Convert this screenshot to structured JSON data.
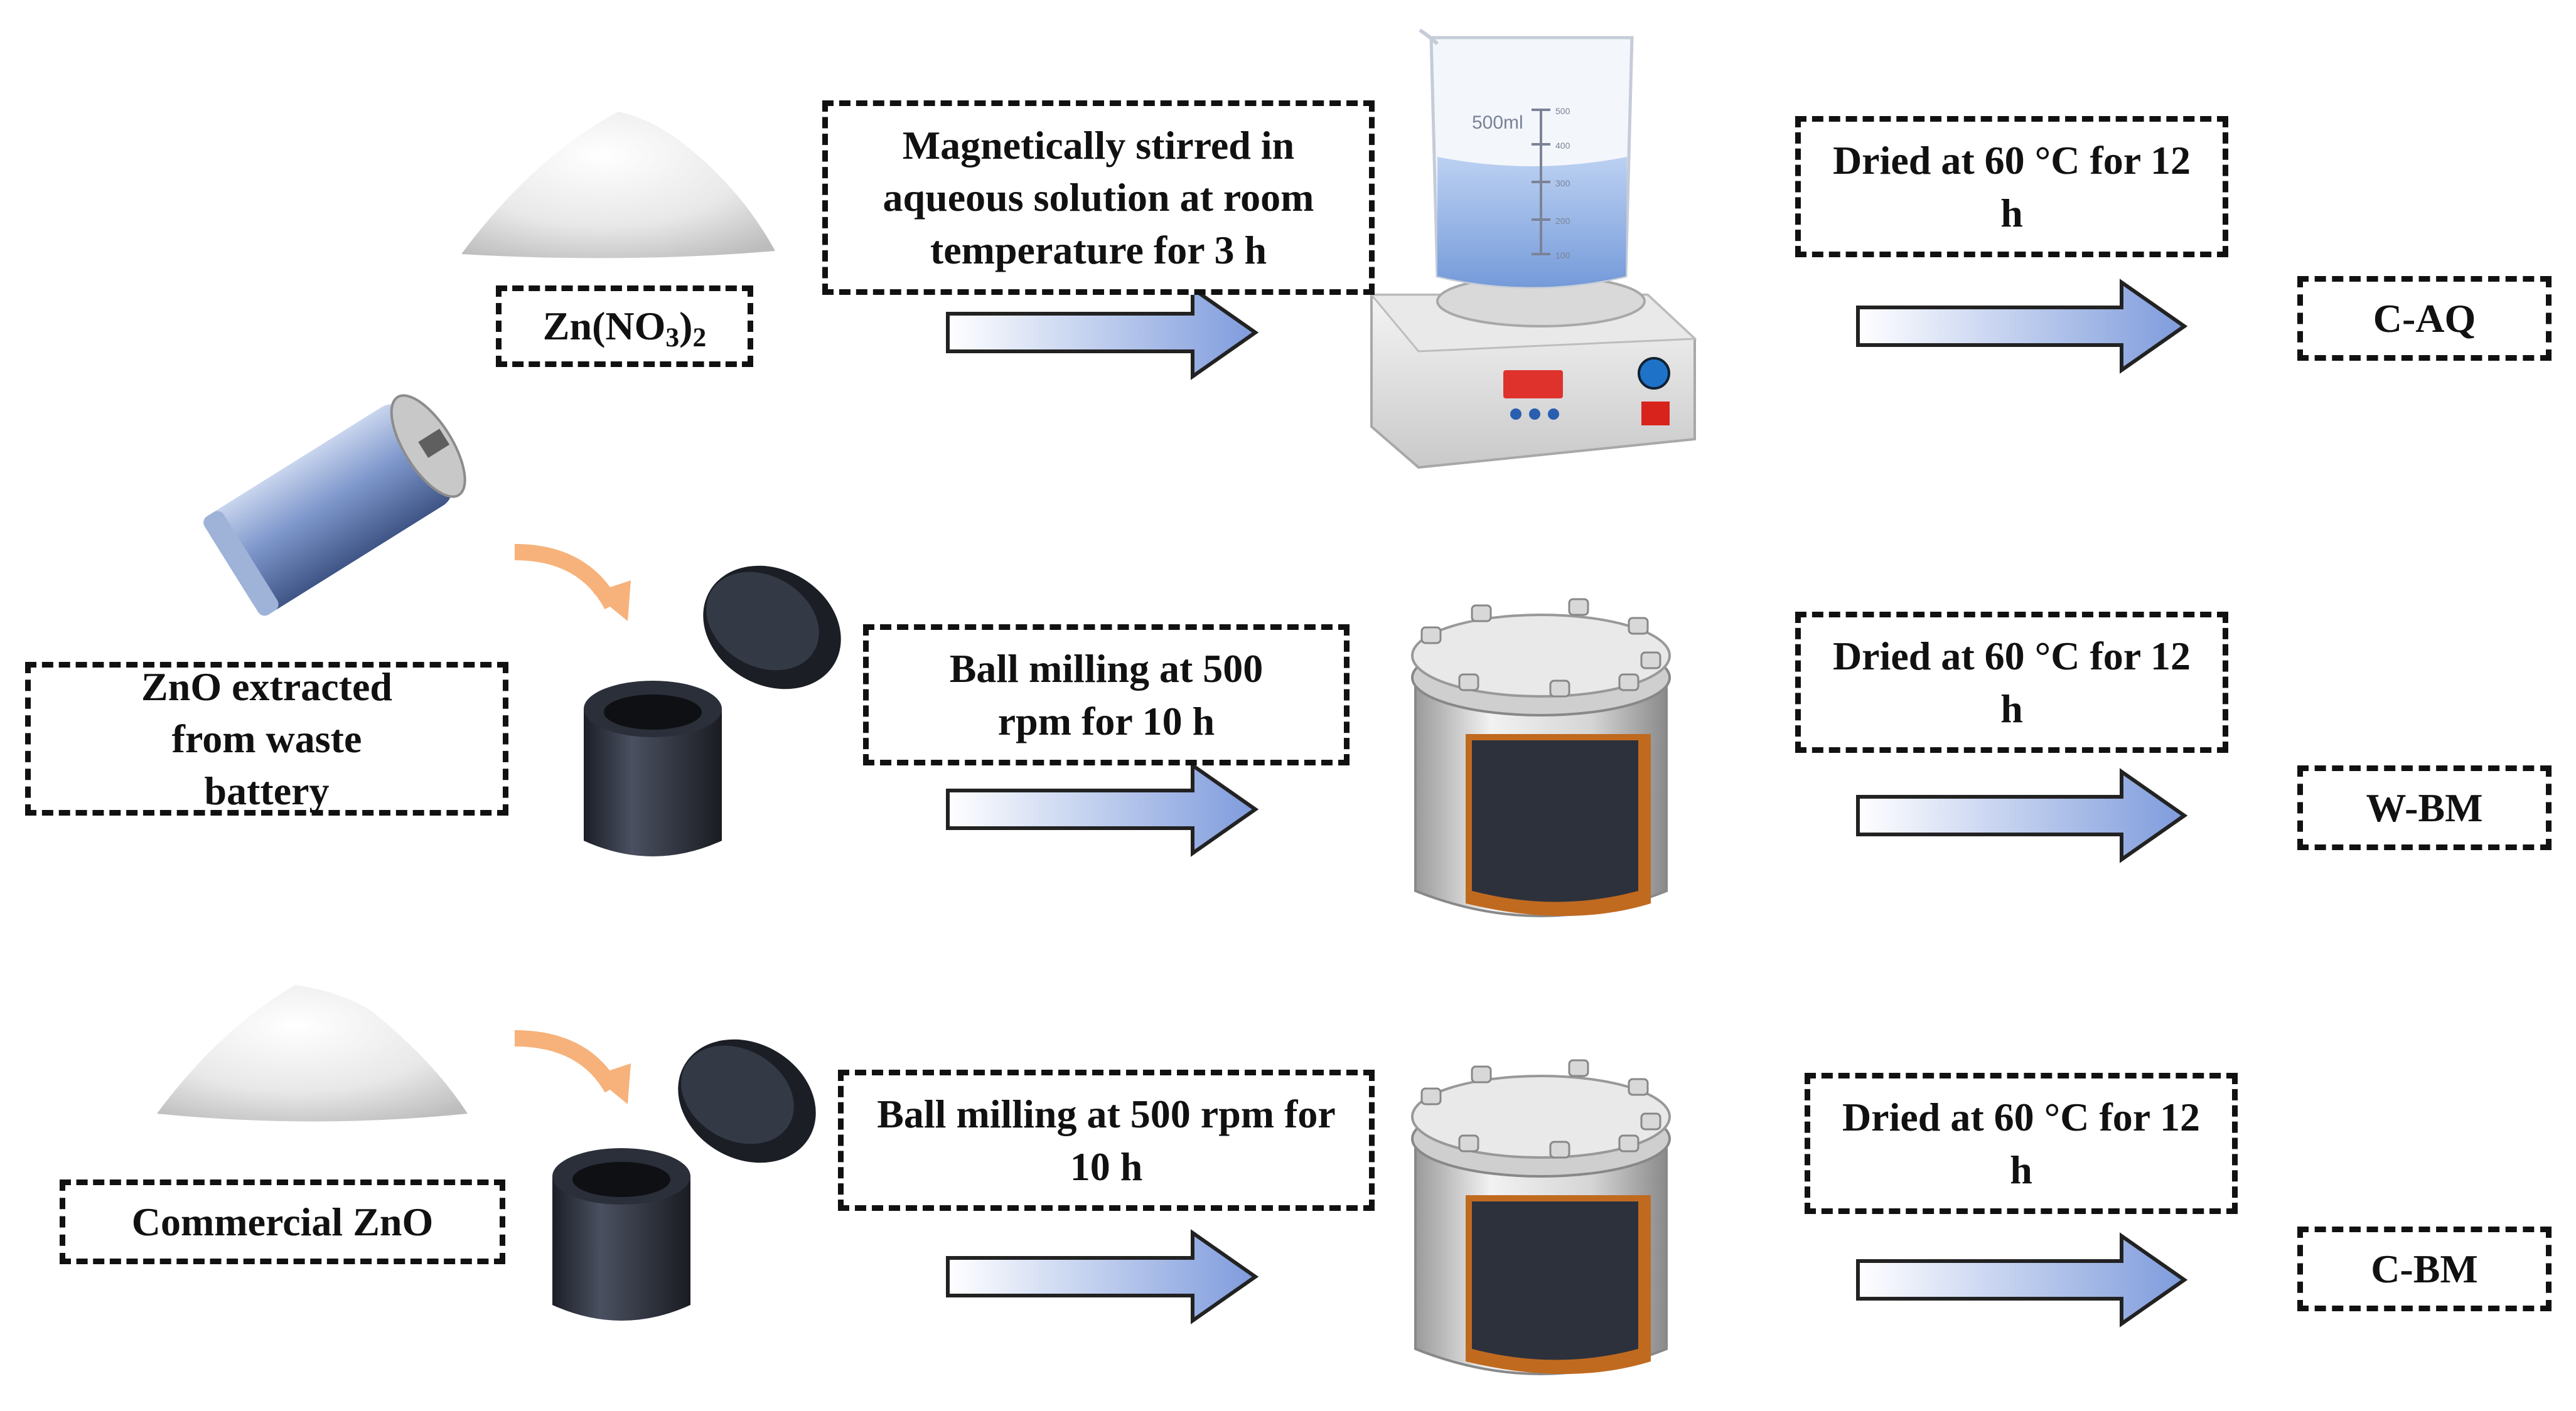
{
  "row1": {
    "precursor_prefix": "Zn(NO",
    "precursor_sub1": "3",
    "precursor_mid": ")",
    "precursor_sub2": "2",
    "process": "Magnetically stirred in aqueous solution at room temperature for 3 h",
    "beaker_label": "500ml",
    "beaker_ticks": [
      "100",
      "200",
      "300",
      "400",
      "500"
    ],
    "drying": "Dried at 60 °C for 12 h",
    "product": "C-AQ"
  },
  "row2": {
    "precursor": "ZnO extracted from waste battery",
    "process": "Ball milling at 500 rpm for 10 h",
    "drying": "Dried at 60 °C for 12 h",
    "product": "W-BM"
  },
  "row3": {
    "precursor": "Commercial ZnO",
    "process": "Ball milling at 500 rpm for 10 h",
    "drying": "Dried at 60 °C for 12 h",
    "product": "C-BM"
  },
  "colors": {
    "arrow_start": "#ffffff",
    "arrow_end": "#7e9bdc",
    "jar_dark": "#2b2f3a",
    "curved_arrow": "#f6b27a",
    "display_red": "#e0322c"
  }
}
